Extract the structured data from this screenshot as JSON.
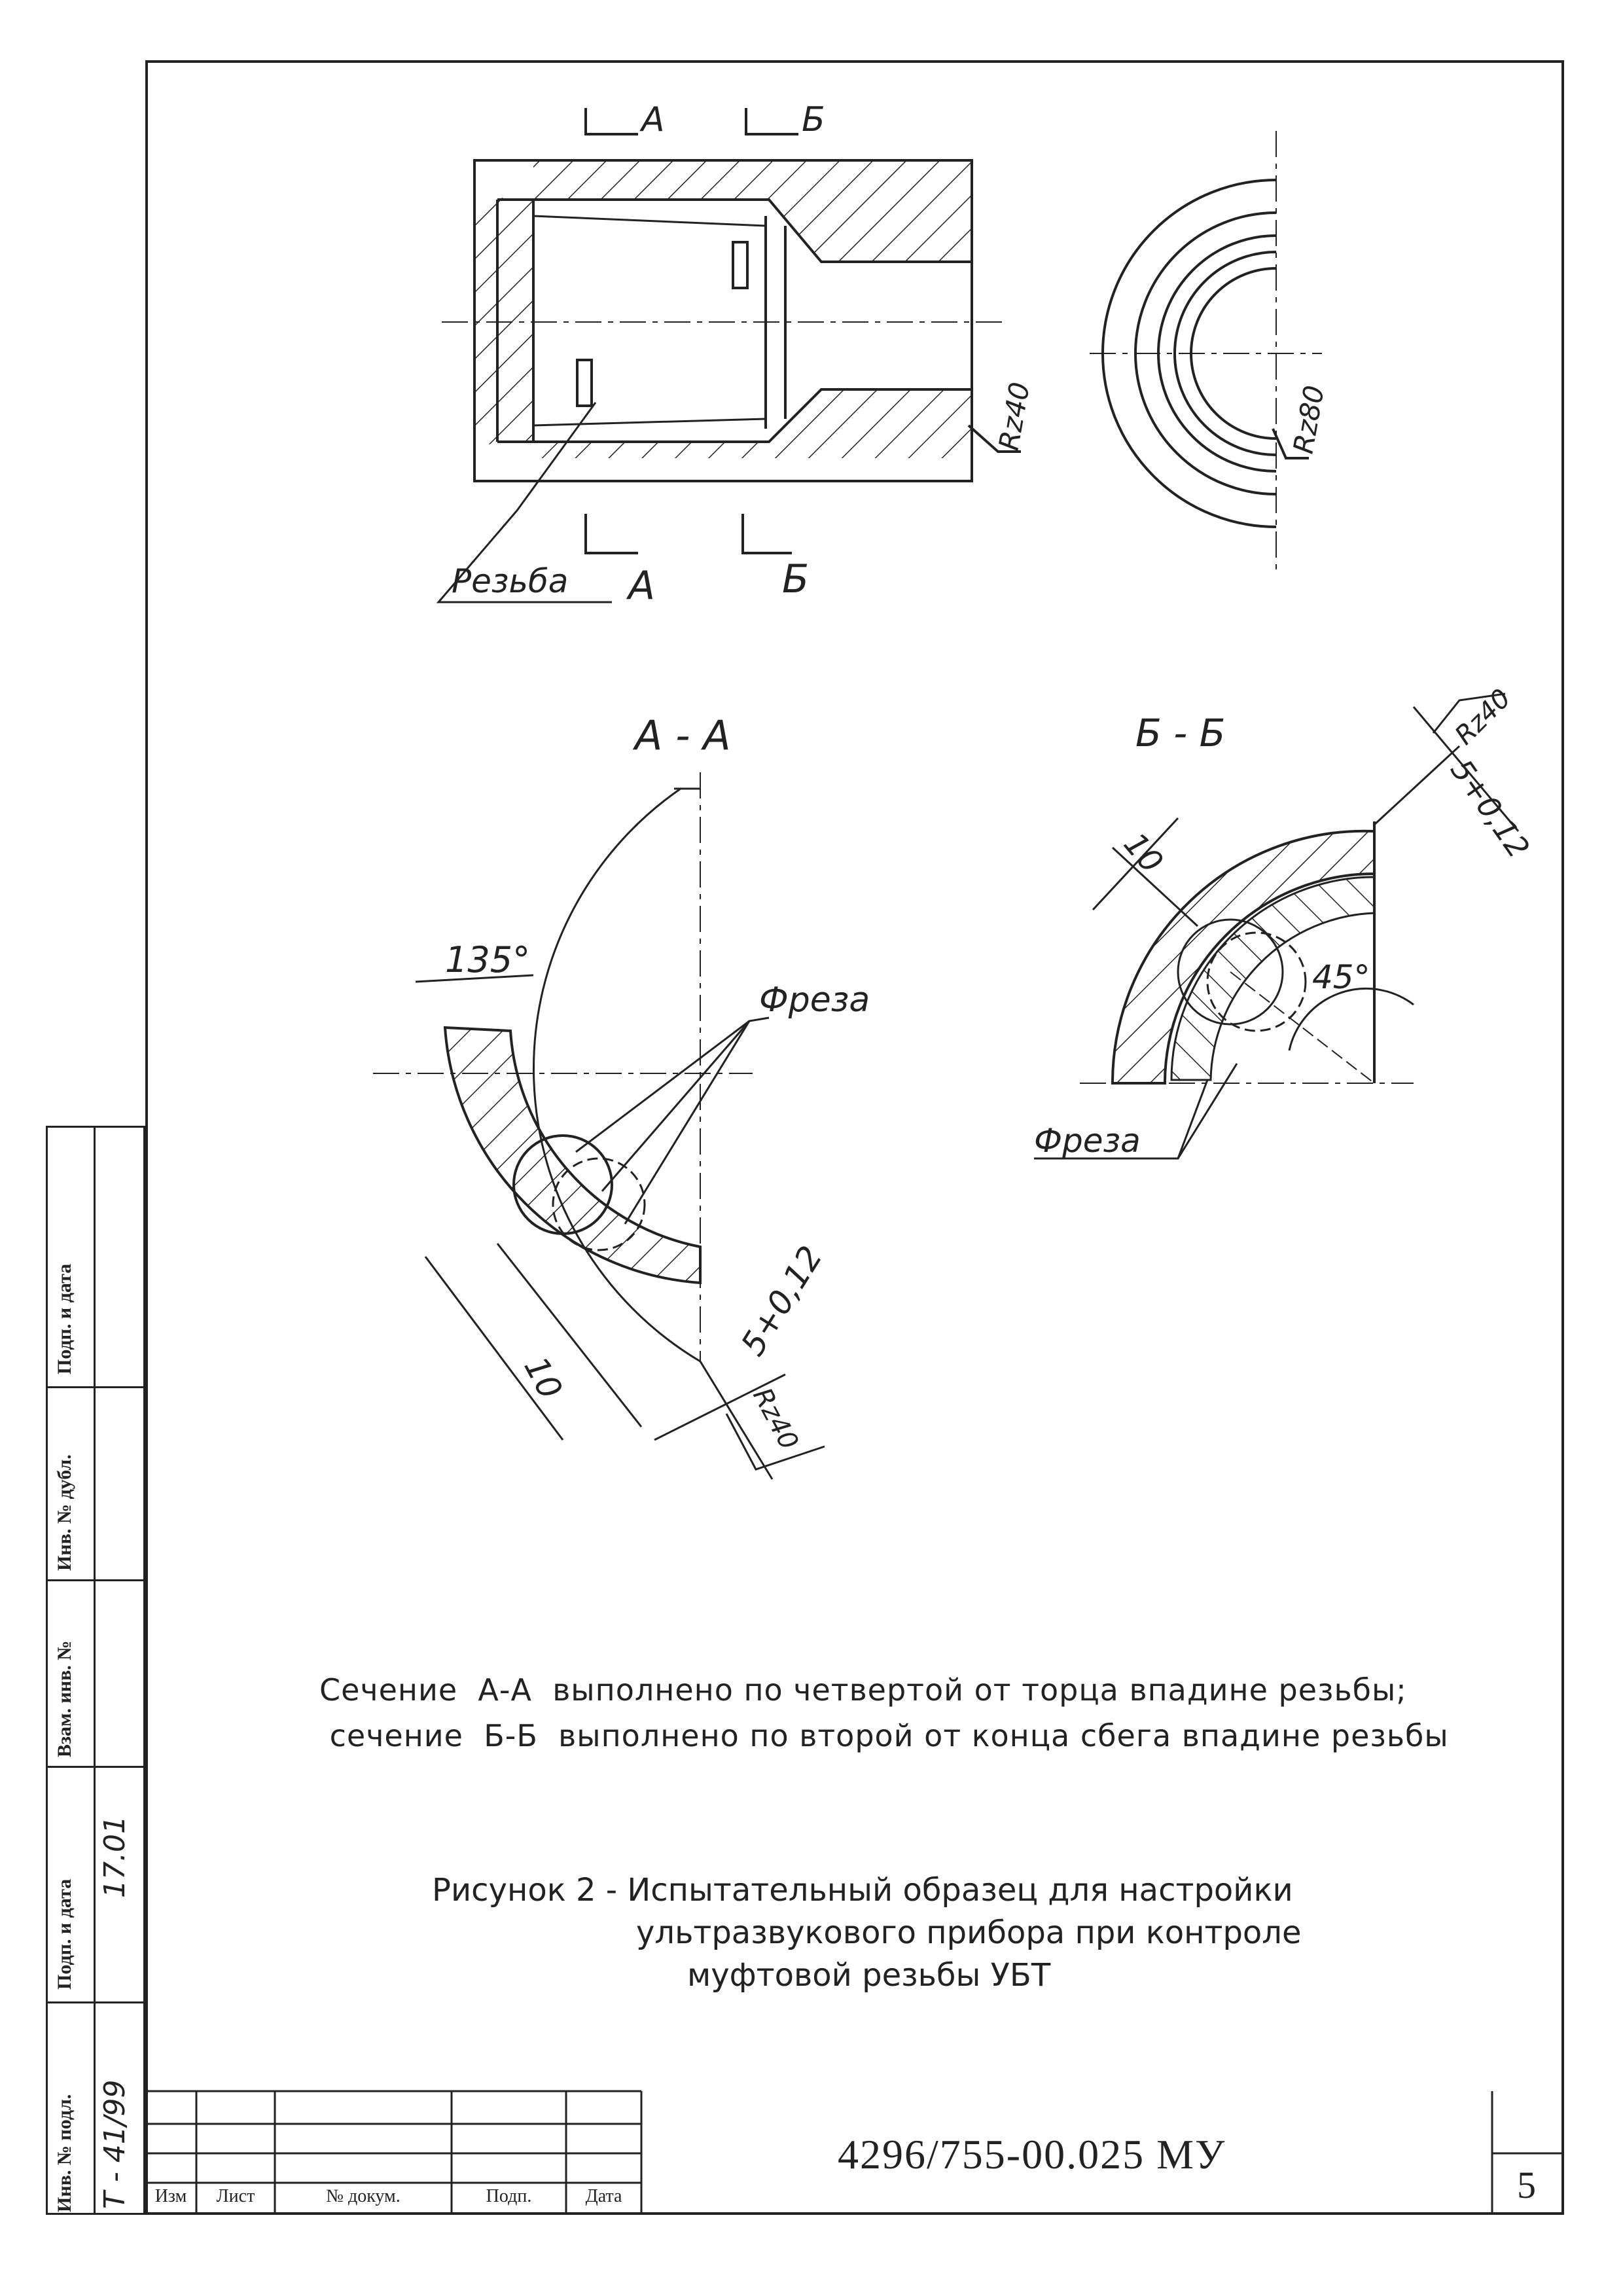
{
  "drawing": {
    "cut_a": "А",
    "cut_b": "Б",
    "rz40": "Rz40",
    "rz80": "Rz80",
    "thread_label": "Резьба",
    "section_aa_title": "А - А",
    "section_bb_title": "Б - Б",
    "angle_135": "135°",
    "angle_45": "45°",
    "cutter_label": "Фреза",
    "dim_5": "5+0,12",
    "dim_10": "10"
  },
  "notes": {
    "line1": "Сечение  А-А  выполнено по четвертой от торца впадине резьбы;",
    "line2": " сечение  Б-Б  выполнено по второй от конца сбега впадине резьбы"
  },
  "caption": {
    "line1": "Рисунок 2 - Испытательный образец для настройки",
    "line2": "ультразвукового прибора при контроле",
    "line3": "муфтовой резьбы УБТ"
  },
  "title_block": {
    "col_izm": "Изм",
    "col_list": "Лист",
    "col_doc": "№ докум.",
    "col_sign": "Подп.",
    "col_date": "Дата",
    "doc_number": "4296/755-00.025 МУ",
    "sheet_number": "5"
  },
  "side_strip": {
    "podp_data_top": "Подп. и дата",
    "inv_dubl": "Инв. № дубл.",
    "vzam_inv": "Взам. инв. №",
    "podp_data": "Подп. и дата",
    "inv_podl": "Инв. № подл.",
    "hand_inv": "Т - 41/99",
    "hand_sign": "17.01"
  }
}
